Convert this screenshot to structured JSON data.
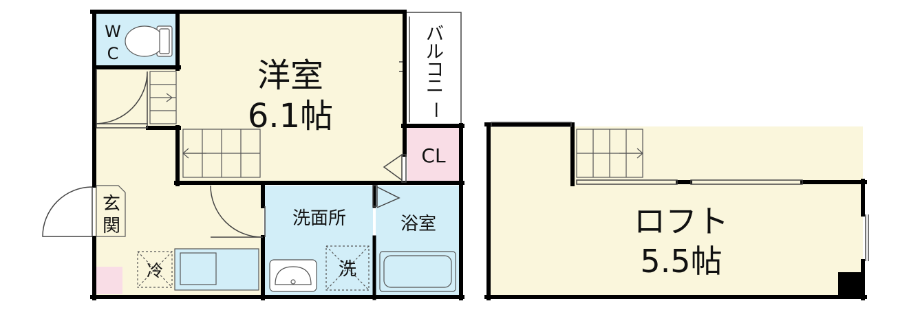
{
  "rooms": {
    "western": {
      "name": "洋室",
      "size": "6.1帖"
    },
    "loft": {
      "name": "ロフト",
      "size": "5.5帖"
    },
    "wc": {
      "line1": "W",
      "line2": "C"
    },
    "balcony": [
      "バ",
      "ル",
      "コ",
      "ニ",
      "ー"
    ],
    "closet": "CL",
    "washroom": "洗面所",
    "bathroom": "浴室",
    "entrance": [
      "玄",
      "関"
    ],
    "fridge": "冷",
    "washer": "洗"
  },
  "colors": {
    "wall": "#000000",
    "room_floor": "#faf6dc",
    "wet_area": "#d2eef8",
    "closet": "#f9dde6",
    "line": "#444444"
  }
}
